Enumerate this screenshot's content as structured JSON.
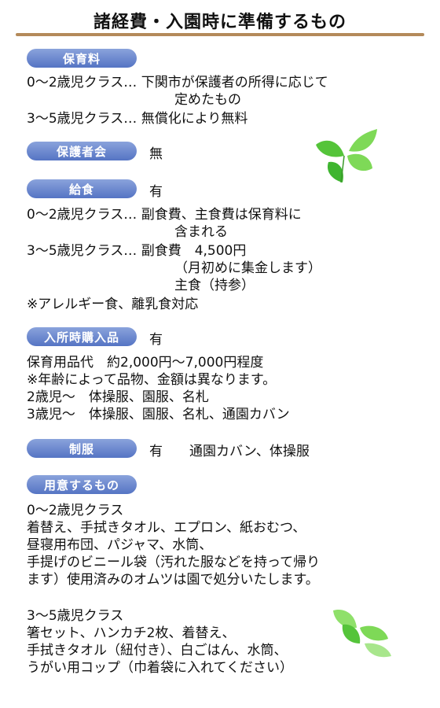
{
  "title": "諸経費・入園時に準備するもの",
  "sections": {
    "hoiku": {
      "label": "保育料",
      "lines": [
        "0～2歳児クラス… 下関市が保護者の所得に応じて",
        "定めたもの",
        "3～5歳児クラス… 無償化により無料"
      ]
    },
    "hogosha": {
      "label": "保護者会",
      "value": "無"
    },
    "kyushoku": {
      "label": "給食",
      "value": "有",
      "lines": [
        "0～2歳児クラス… 副食費、主食費は保育料に",
        "含まれる",
        "3～5歳児クラス… 副食費　4,500円",
        "（月初めに集金します）",
        "主食（持参）",
        "※アレルギー食、離乳食対応"
      ]
    },
    "nyusho": {
      "label": "入所時購入品",
      "value": "有",
      "lines": [
        "保育用品代　約2,000円～7,000円程度",
        "※年齢によって品物、金額は異なります。",
        "2歳児～　体操服、園服、名札",
        "3歳児～　体操服、園服、名札、通園カバン"
      ]
    },
    "seifuku": {
      "label": "制服",
      "value": "有　　通園カバン、体操服"
    },
    "yoi": {
      "label": "用意するもの",
      "lines": [
        "0～2歳児クラス",
        "着替え、手拭きタオル、エプロン、紙おむつ、",
        "昼寝用布団、パジャマ、水筒、",
        "手提げのビニール袋（汚れた服などを持って帰り",
        "ます）使用済みのオムツは園で処分いたします。",
        "3～5歳児クラス",
        "箸セット、ハンカチ2枚、着替え、",
        "手拭きタオル（紐付き）、白ごはん、水筒、",
        "うがい用コップ（巾着袋に入れてください）"
      ]
    }
  },
  "colors": {
    "pill": "#6d88d2",
    "rule": "#b48a5a",
    "leaf": "#5cc63a"
  },
  "icons": [
    "leaf-icon",
    "leaf-icon"
  ]
}
